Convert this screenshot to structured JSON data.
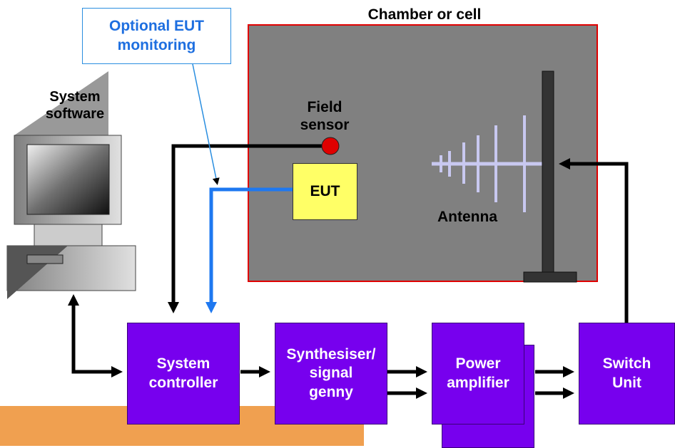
{
  "labels": {
    "chamber_title": "Chamber or cell",
    "optional_monitoring": "Optional EUT\nmonitoring",
    "system_software": "System\nsoftware",
    "field_sensor": "Field\nsensor",
    "eut": "EUT",
    "antenna": "Antenna"
  },
  "blocks": {
    "system_controller": "System\ncontroller",
    "synthesiser": "Synthesiser/\nsignal\ngenny",
    "power_amplifier": "Power\namplifier",
    "switch_unit": "Switch\nUnit"
  },
  "colors": {
    "block_fill": "#7700ee",
    "chamber_fill": "#808080",
    "chamber_border": "#e00000",
    "eut_fill": "#ffff66",
    "monitor_line": "#1e78f0",
    "sensor": "#e00000",
    "desk": "#f0a050"
  }
}
